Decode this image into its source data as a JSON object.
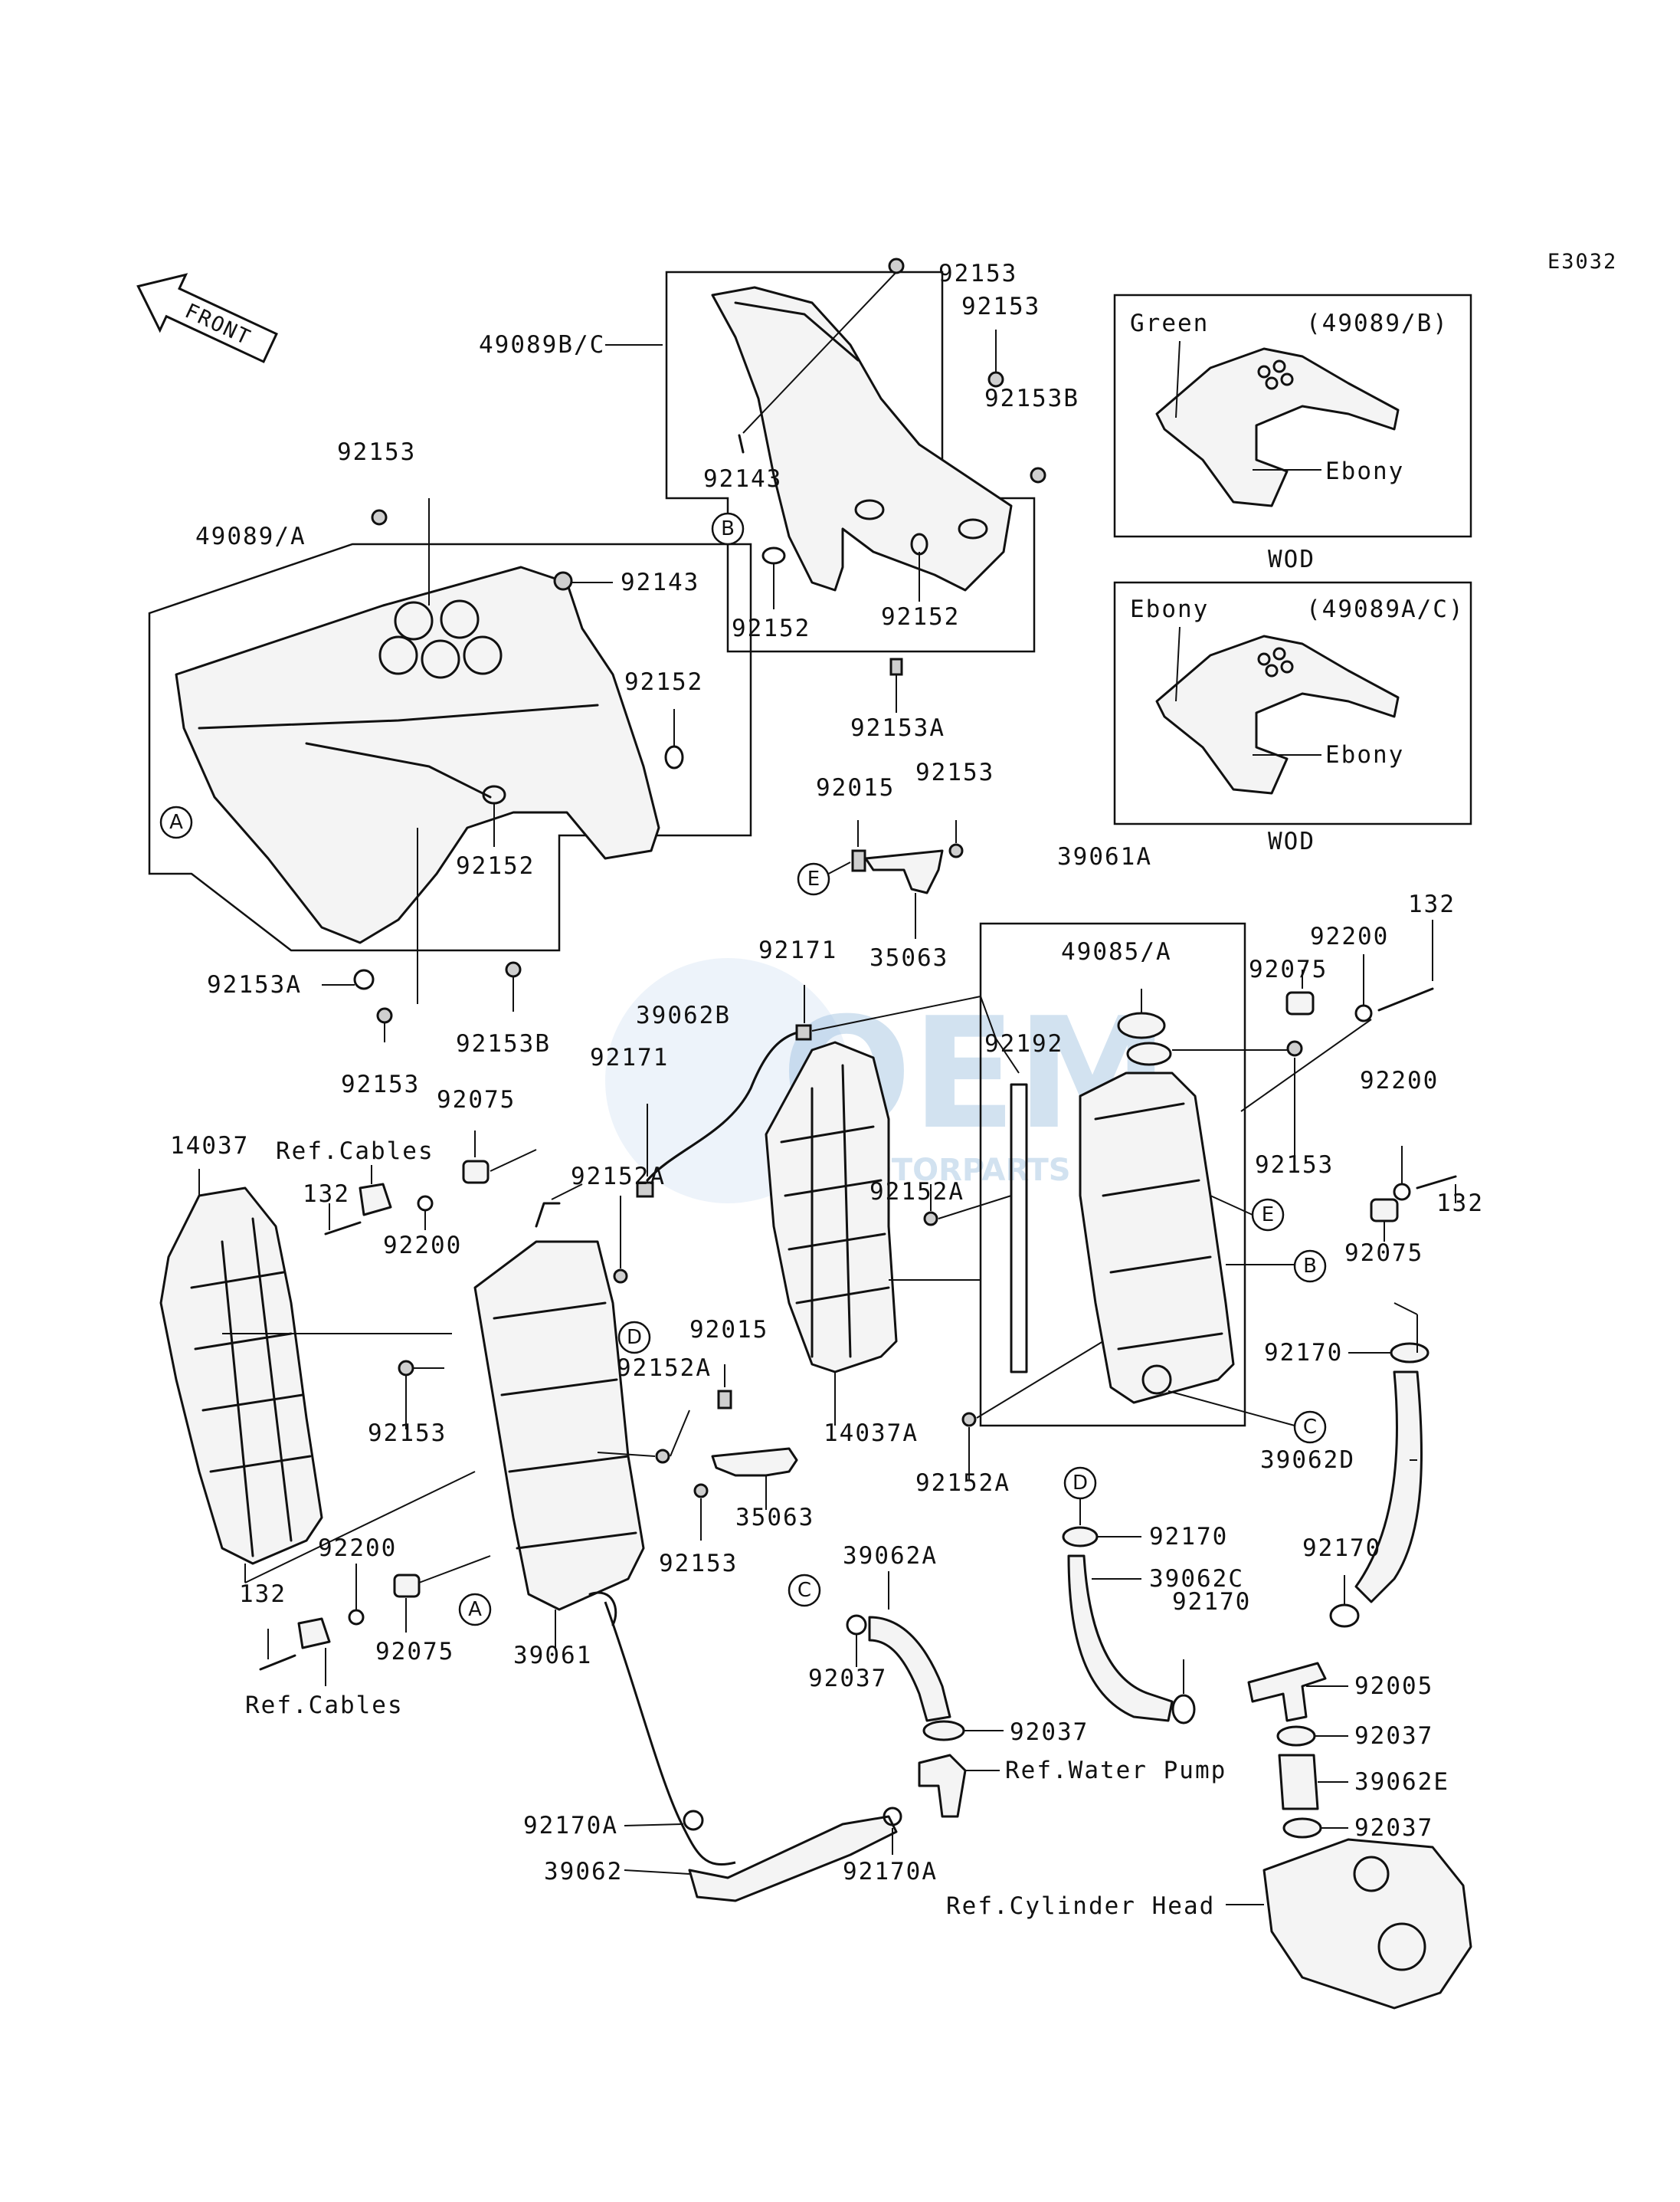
{
  "diagram_code": "E3032",
  "front_arrow": {
    "label": "FRONT"
  },
  "watermark": {
    "main": "OEM",
    "sub": "MOTORPARTS"
  },
  "variant_boxes": [
    {
      "header": "(49089/B)",
      "color_top": "Green",
      "color_bottom": "Ebony",
      "caption": "WOD"
    },
    {
      "header": "(49089A/C)",
      "color_top": "Ebony",
      "color_bottom": "Ebony",
      "caption": "WOD"
    }
  ],
  "callouts": [
    "A",
    "B",
    "C",
    "D",
    "E"
  ],
  "labels": {
    "l01": "92153",
    "l02": "92153",
    "l03": "49089B/C",
    "l04": "92153B",
    "l05": "92143",
    "l06": "92152",
    "l07": "92152",
    "l08": "92153A",
    "l09": "92153",
    "l10": "49089/A",
    "l11": "92143",
    "l12": "92152",
    "l13": "92152",
    "l14": "92153A",
    "l15": "92153B",
    "l16": "92153",
    "l17": "92015",
    "l18": "92153",
    "l19": "35063",
    "l20": "39061A",
    "l21": "132",
    "l22": "49085/A",
    "l23": "92200",
    "l24": "92075",
    "l25": "92171",
    "l26": "39062B",
    "l27": "92171",
    "l28": "92192",
    "l29": "92200",
    "l30": "14037",
    "l31": "92075",
    "l32": "Ref.Cables",
    "l33": "132",
    "l34": "92152A",
    "l35": "92153",
    "l36": "132",
    "l37": "92200",
    "l38": "92152A",
    "l39": "92075",
    "l40": "92015",
    "l41": "92170",
    "l42": "92152A",
    "l43": "92153",
    "l44": "14037A",
    "l45": "39062D",
    "l46": "35063",
    "l47": "92152A",
    "l48": "92200",
    "l49": "92153",
    "l50": "39062A",
    "l51": "92170",
    "l52": "132",
    "l53": "92075",
    "l54": "39061",
    "l55": "92170",
    "l56": "39062C",
    "l57": "Ref.Cables",
    "l58": "92037",
    "l59": "92170",
    "l60": "92005",
    "l61": "92037",
    "l62": "92037",
    "l63": "Ref.Water Pump",
    "l64": "39062E",
    "l65": "92170A",
    "l66": "92037",
    "l67": "39062",
    "l68": "92170A",
    "l69": "Ref.Cylinder Head"
  }
}
